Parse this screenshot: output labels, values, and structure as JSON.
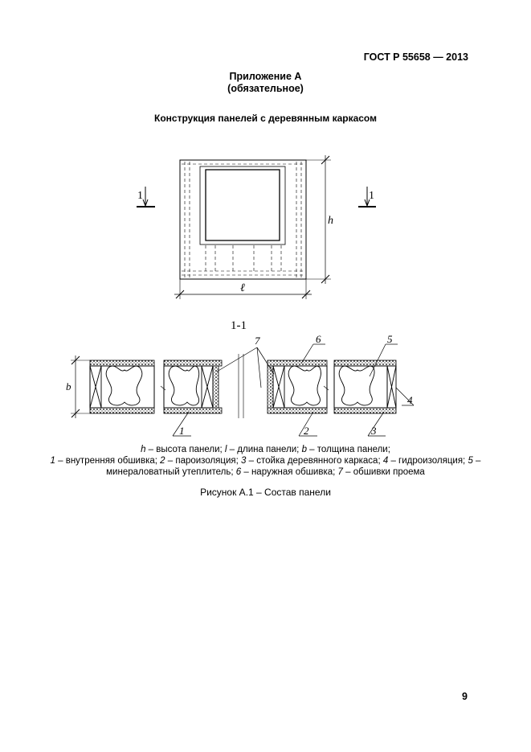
{
  "header": {
    "standard": "ГОСТ Р  55658 — 2013"
  },
  "annex": {
    "title": "Приложение А",
    "subtitle": "(обязательное)"
  },
  "heading": "Конструкция панелей с деревянным каркасом",
  "figure": {
    "section_mark_left": "1",
    "section_mark_right": "1",
    "dim_height": "h",
    "dim_length": "ℓ",
    "dim_thickness": "b",
    "section_label": "1-1",
    "callouts": [
      "1",
      "2",
      "3",
      "4",
      "5",
      "6",
      "7"
    ]
  },
  "legend": {
    "l1_a_i": "h",
    "l1_a": " – высота панели; ",
    "l1_b_i": "l",
    "l1_b": " – длина панели; ",
    "l1_c_i": "b",
    "l1_c": " – толщина панели;",
    "l2_a_i": "1",
    "l2_a": " – внутренняя обшивка; ",
    "l2_b_i": "2",
    "l2_b": " – пароизоляция; ",
    "l2_c_i": "3",
    "l2_c": " – стойка деревянного каркаса; ",
    "l2_d_i": "4",
    "l2_d": " – гидроизоляция; ",
    "l2_e_i": "5",
    "l2_e": " –",
    "l3_a": "минераловатный утеплитель; ",
    "l3_b_i": "6",
    "l3_b": " – наружная обшивка; ",
    "l3_c_i": "7",
    "l3_c": " – обшивки проема"
  },
  "caption": "Рисунок А.1 – Состав панели",
  "page_number": "9"
}
